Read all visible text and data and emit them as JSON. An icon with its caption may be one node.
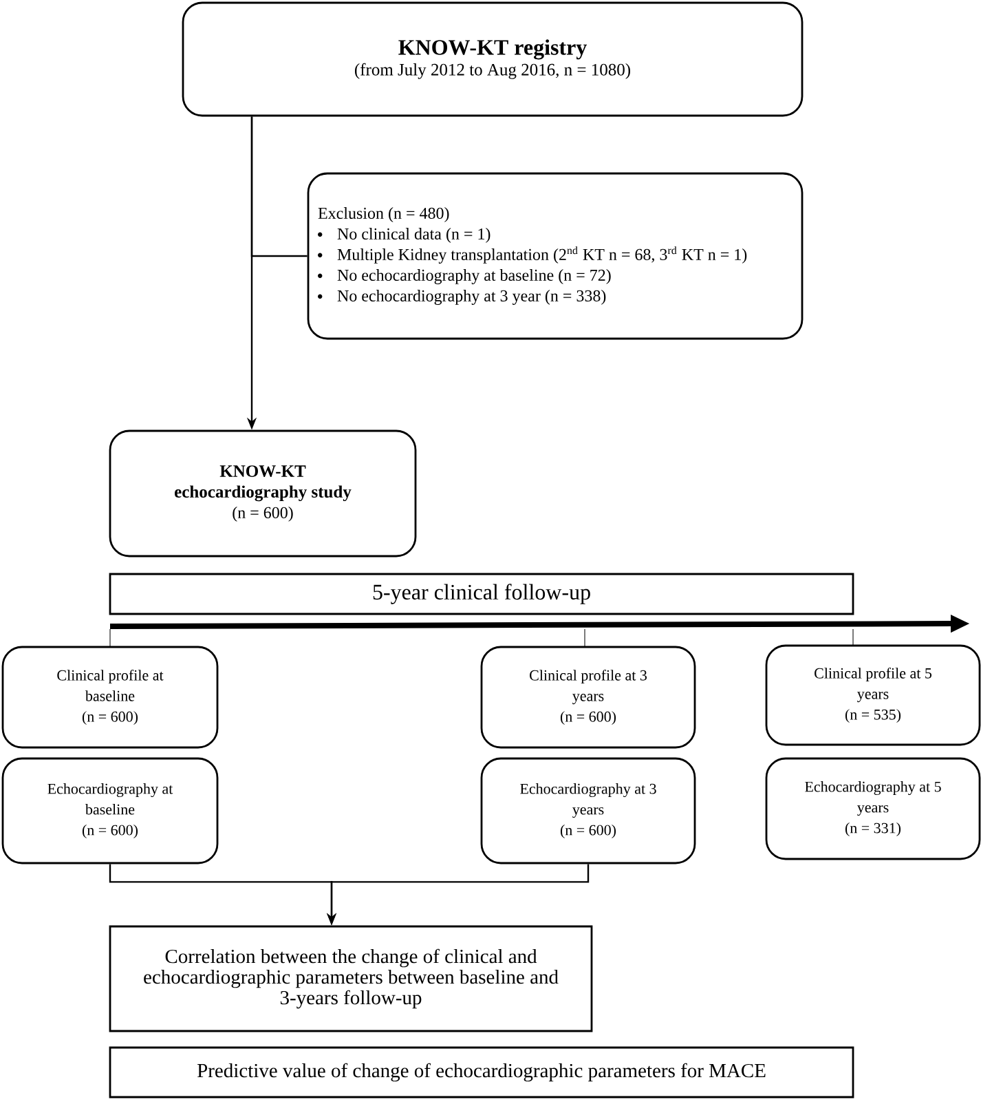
{
  "diagram": {
    "nodes": [
      {
        "text": [
          "KNOW-KT registry",
          "(from July 2012 to Aug 2016, n = 1080)"
        ]
      },
      {
        "text": [
          "Exclusion (n = 480)",
          "No clinical data (n = 1)",
          "Multiple Kidney transplantation (2$^{nd}$ KT n = 68, 3$^{rd}$ KT n = 1)",
          "No echocardiography at baseline (n = 72)",
          "No echocardiography at 3 year (n = 338)"
        ]
      },
      {
        "text": [
          "KNOW-KT echocardiography study",
          "(n = 600)"
        ]
      },
      {
        "text": [
          "5-year clinical follow-up"
        ]
      },
      {
        "text": [
          "Clinical profile at baseline",
          "(n = 600)"
        ]
      },
      {
        "text": [
          "Clinical profile at 3 years",
          "(n = 600)"
        ]
      },
      {
        "text": [
          "Clinical profile at 5 years",
          "(n = 535)"
        ]
      },
      {
        "text": [
          "Echocardiography at baseline",
          "(n = 600)"
        ]
      },
      {
        "text": [
          "Echocardiography at 3 years",
          "(n = 600)"
        ]
      },
      {
        "text": [
          "Echocardiography at 5 years",
          "(n = 331)"
        ]
      },
      {
        "text": [
          "Correlation between the change of clinical and echocardiographic parameters between baseline and 3-years follow-up"
        ]
      },
      {
        "text": [
          "Predictive value of change of echocardiographic parameters for MACE"
        ]
      }
    ],
    "edges": [
      {
        "from": 0,
        "to": 2,
        "arrow": "to"
      },
      {
        "from": 0,
        "to": 1,
        "arrow": "none"
      },
      {
        "from": 7,
        "to": 10,
        "arrow": "to"
      },
      {
        "from": 8,
        "to": 10,
        "arrow": "to"
      }
    ]
  }
}
